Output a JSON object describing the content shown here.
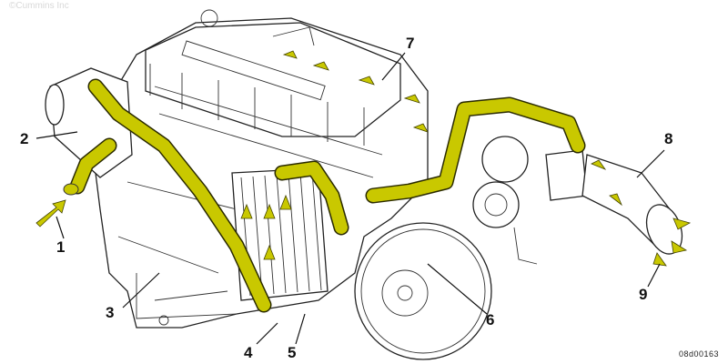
{
  "copyright": "©Cummins Inc",
  "figure_code": "08d00163",
  "callouts": [
    "1",
    "2",
    "3",
    "4",
    "5",
    "6",
    "7",
    "8",
    "9"
  ],
  "colors": {
    "airflow": "#c9c800",
    "linework": "#222222"
  }
}
